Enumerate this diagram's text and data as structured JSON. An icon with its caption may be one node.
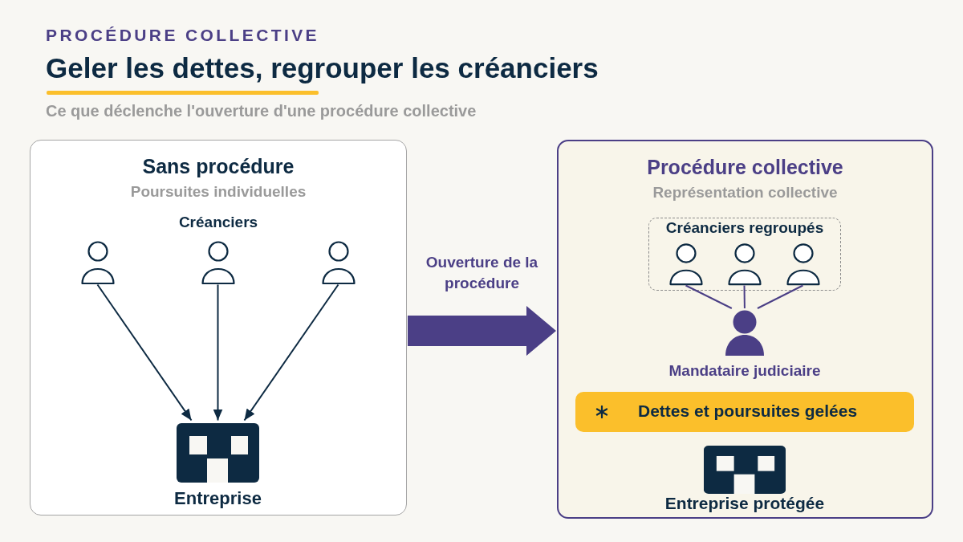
{
  "diagram": {
    "title": "Geler les dettes, regrouper les créanciers",
    "nodes": [
      {
        "text": [
          "Sans procédure",
          "Poursuites individuelles"
        ]
      },
      {
        "text": [],
        "shape": "person",
        "in": 0
      },
      {
        "text": [],
        "shape": "person",
        "in": 0
      },
      {
        "text": [],
        "shape": "person",
        "in": 0
      },
      {
        "text": [
          "Entreprise"
        ],
        "in": 0
      },
      {
        "text": [
          "Procédure collective",
          "Représentation collective"
        ]
      },
      {
        "text": [
          "Créanciers regroupés"
        ],
        "in": 5
      },
      {
        "text": [],
        "shape": "person",
        "in": 6
      },
      {
        "text": [],
        "shape": "person",
        "in": 6
      },
      {
        "text": [],
        "shape": "person",
        "in": 6
      },
      {
        "text": [
          "Mandataire judiciaire"
        ],
        "in": 5
      },
      {
        "text": [
          "Dettes et poursuites gelées"
        ],
        "in": 5
      },
      {
        "text": [
          "Entreprise protégée"
        ],
        "in": 5
      }
    ],
    "edges": [
      {
        "from": 1,
        "to": 4,
        "arrow": "to",
        "color": "#0d2a42"
      },
      {
        "from": 2,
        "to": 4,
        "arrow": "to",
        "color": "#0d2a42"
      },
      {
        "from": 3,
        "to": 4,
        "arrow": "to",
        "color": "#0d2a42"
      },
      {
        "from": 0,
        "to": 5,
        "arrow": "to",
        "label": "Ouverture de la procédure",
        "style": "thick"
      },
      {
        "from": 7,
        "to": 10,
        "arrow": "none"
      },
      {
        "from": 8,
        "to": 10,
        "arrow": "none"
      },
      {
        "from": 9,
        "to": 10,
        "arrow": "none"
      }
    ],
    "labels": [
      "PROCÉDURE COLLECTIVE",
      "Ce que déclenche l'ouverture d'une procédure collective",
      "Créanciers"
    ]
  }
}
